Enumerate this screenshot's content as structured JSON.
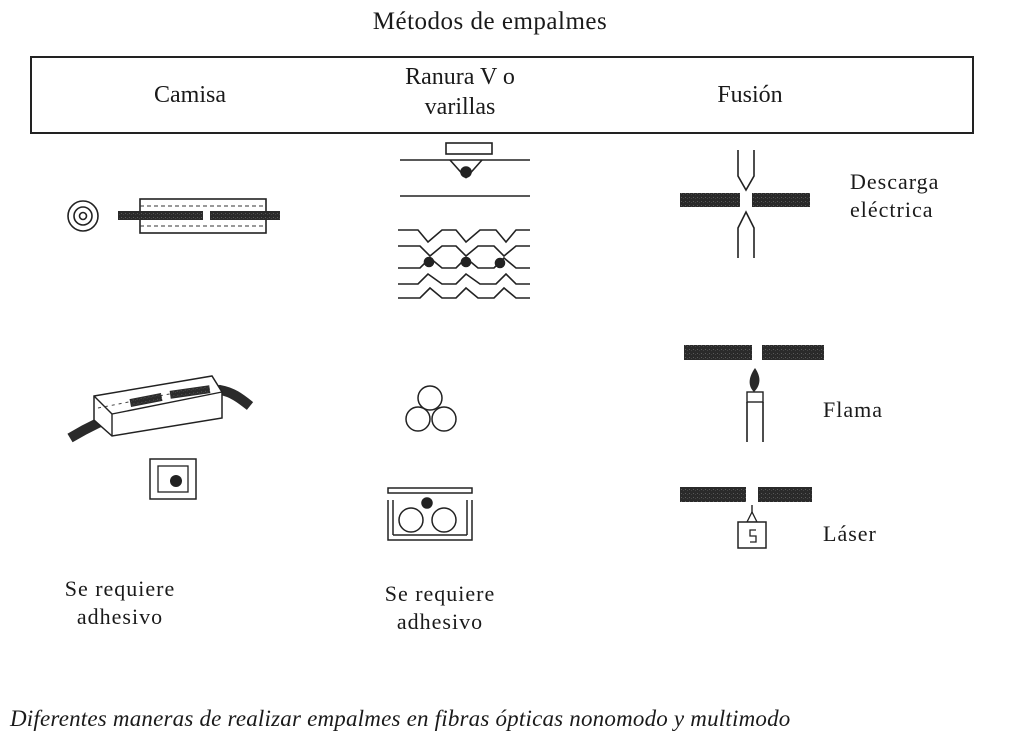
{
  "title": "Métodos de empalmes",
  "columns": {
    "camisa": "Camisa",
    "ranura_line1": "Ranura V o",
    "ranura_line2": "varillas",
    "fusion": "Fusión"
  },
  "fusion_methods": {
    "descarga_line1": "Descarga",
    "descarga_line2": "eléctrica",
    "flama": "Flama",
    "laser": "Láser"
  },
  "notes": {
    "camisa_line1": "Se requiere",
    "camisa_line2": "adhesivo",
    "ranura_line1": "Se requiere",
    "ranura_line2": "adhesivo"
  },
  "caption": "Diferentes maneras de realizar empalmes en fibras ópticas nonomodo y multimodo"
}
